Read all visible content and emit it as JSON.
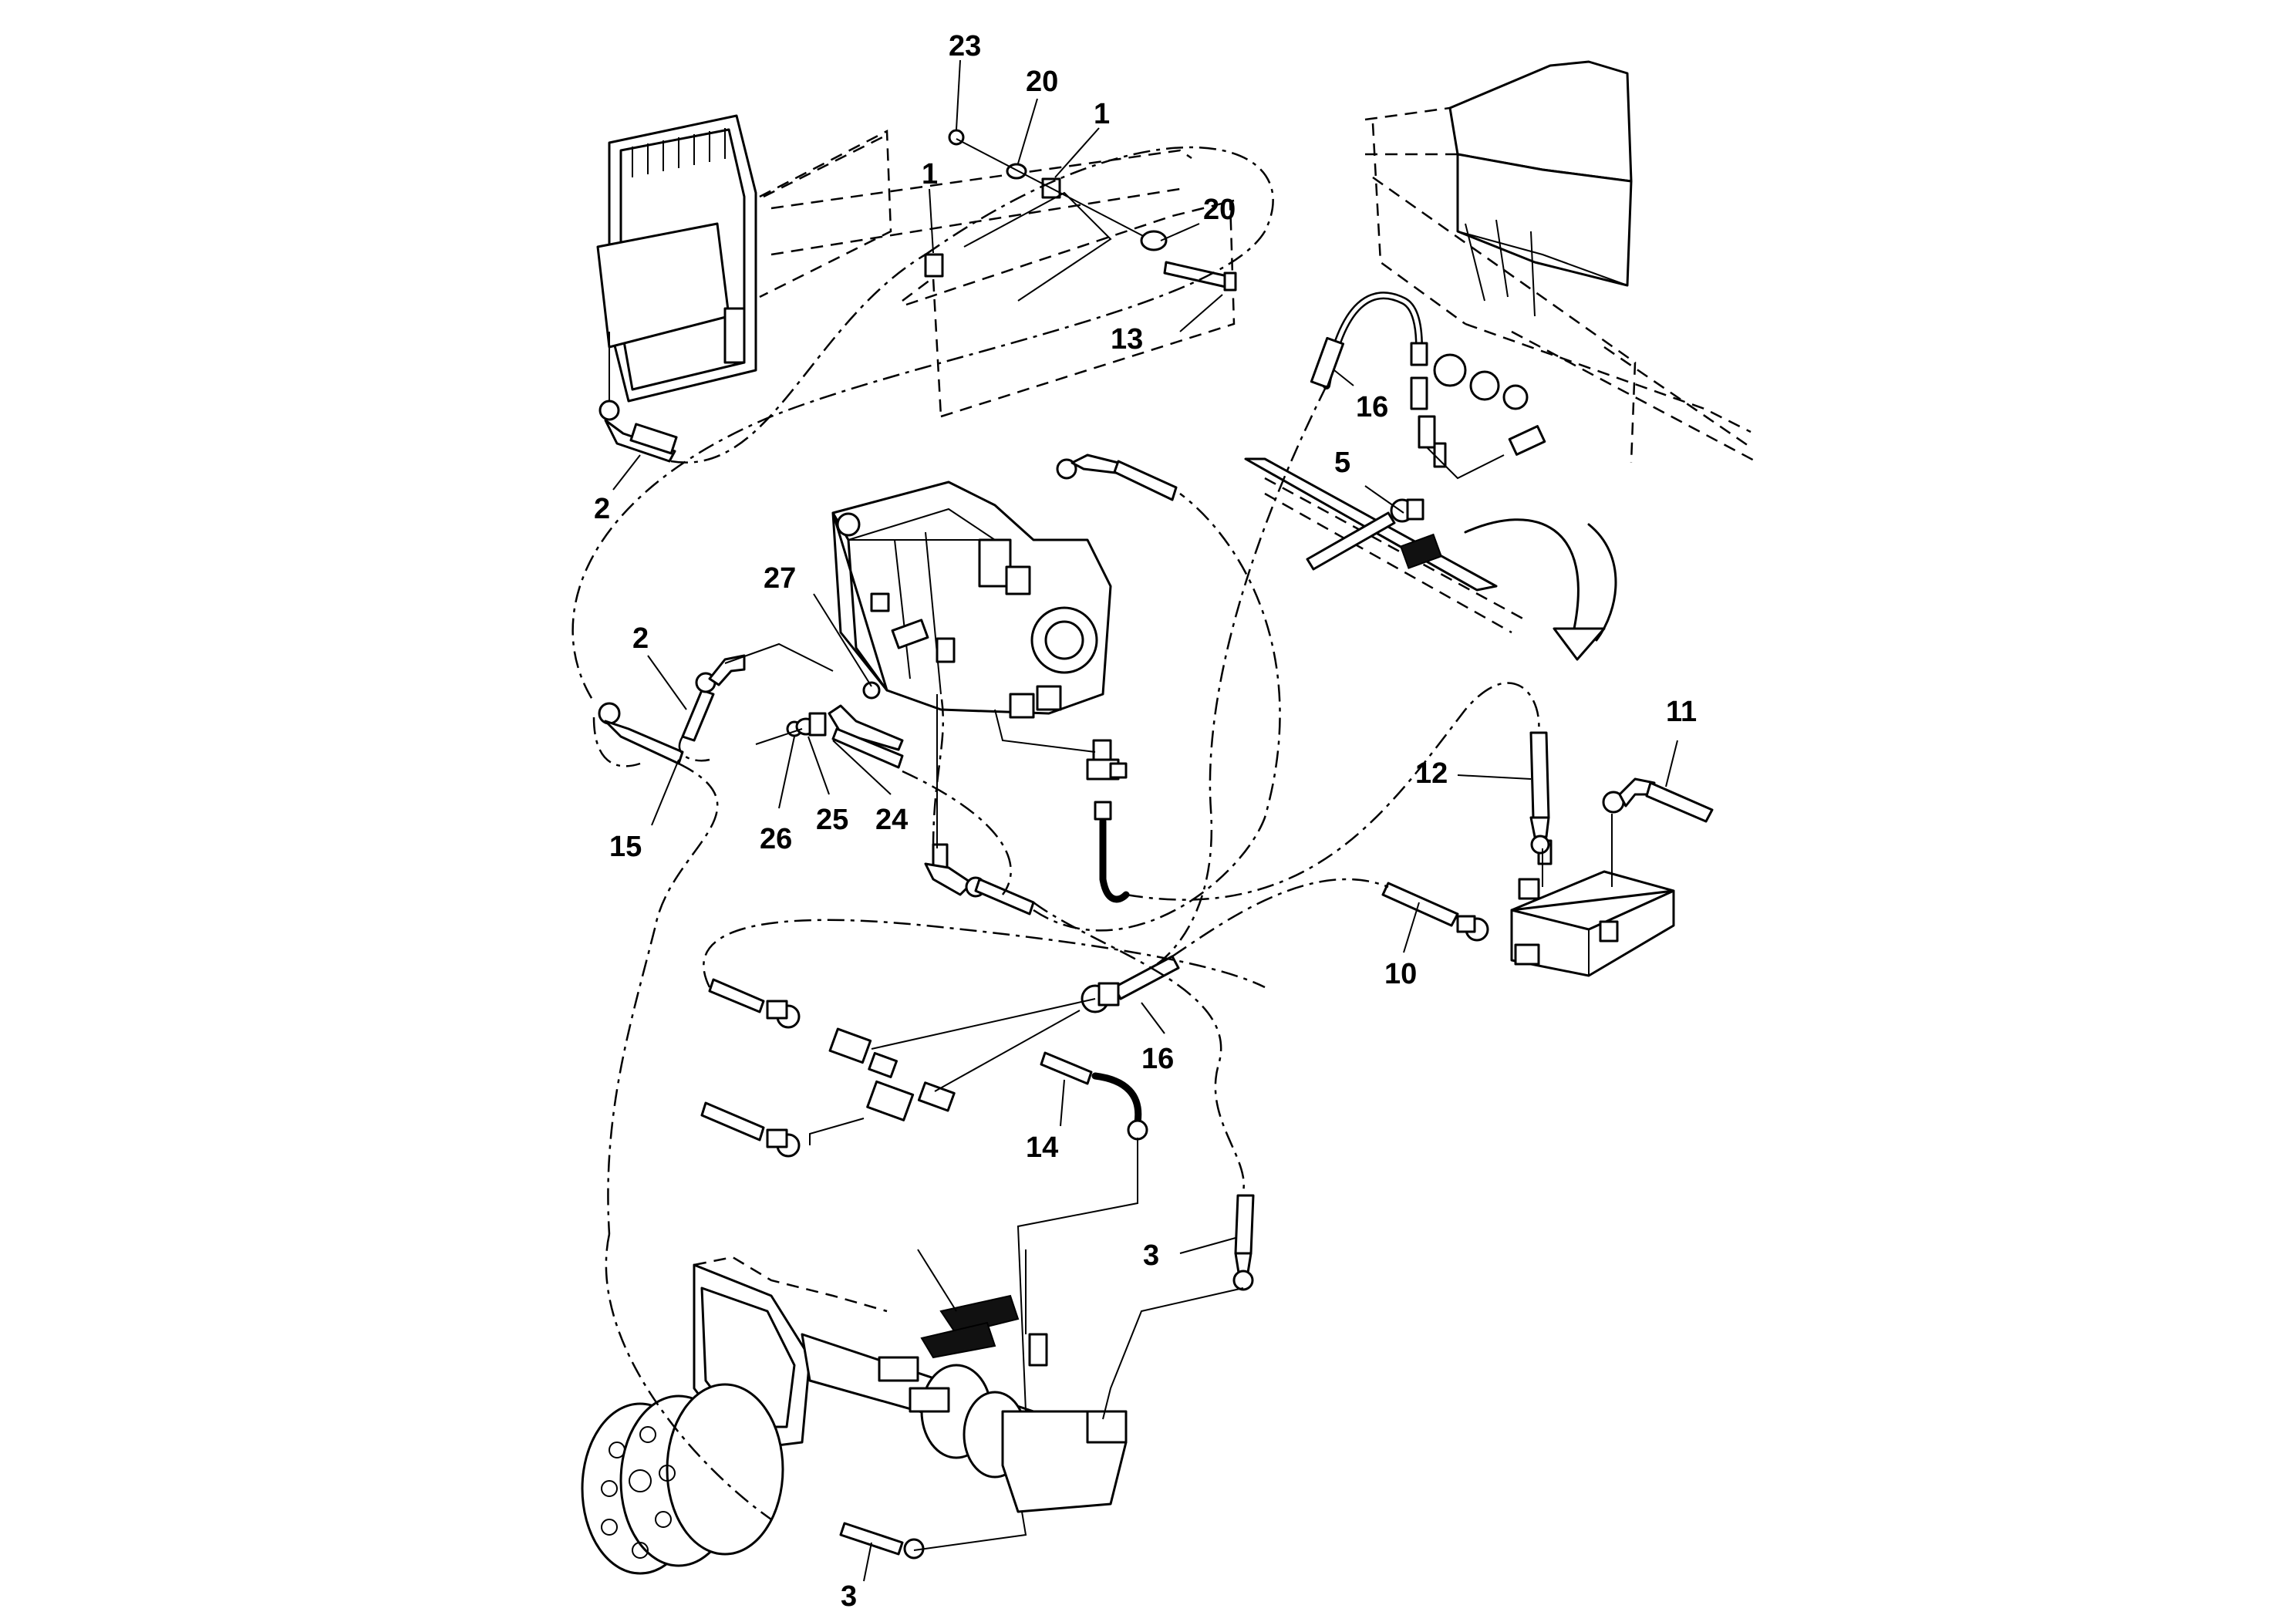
{
  "callouts": [
    {
      "id": "c23a",
      "text": "23"
    },
    {
      "id": "c20a",
      "text": "20"
    },
    {
      "id": "c1a",
      "text": "1"
    },
    {
      "id": "c1b",
      "text": "1"
    },
    {
      "id": "c20b",
      "text": "20"
    },
    {
      "id": "c13",
      "text": "13"
    },
    {
      "id": "c2a",
      "text": "2"
    },
    {
      "id": "c16a",
      "text": "16"
    },
    {
      "id": "c5",
      "text": "5"
    },
    {
      "id": "c27",
      "text": "27"
    },
    {
      "id": "c2b",
      "text": "2"
    },
    {
      "id": "c15",
      "text": "15"
    },
    {
      "id": "c26",
      "text": "26"
    },
    {
      "id": "c25",
      "text": "25"
    },
    {
      "id": "c24",
      "text": "24"
    },
    {
      "id": "c11",
      "text": "11"
    },
    {
      "id": "c12",
      "text": "12"
    },
    {
      "id": "c10",
      "text": "10"
    },
    {
      "id": "c16b",
      "text": "16"
    },
    {
      "id": "c14",
      "text": "14"
    },
    {
      "id": "c3a",
      "text": "3"
    },
    {
      "id": "c3b",
      "text": "3"
    }
  ]
}
